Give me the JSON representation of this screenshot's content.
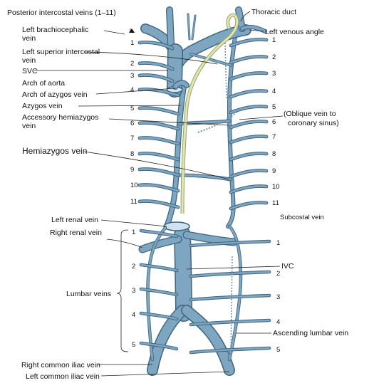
{
  "colors": {
    "vein_fill": "#9dc2d8",
    "vein_outline": "#3e6580",
    "thoracic_duct": "#dfe6b4"
  },
  "labels": {
    "posterior_intercostal": "Posterior intercostal veins (1–11)",
    "left_brachiocephalic": [
      "Left brachiocephalic",
      "vein"
    ],
    "left_superior_intercostal": [
      "Left superior intercostal",
      "vein"
    ],
    "svc": "SVC",
    "arch_aorta": "Arch of aorta",
    "arch_azygos": "Arch of azygos vein",
    "azygos": "Azygos vein",
    "accessory_hemiazygos": [
      "Accessory hemiazygos",
      "vein"
    ],
    "hemiazygos": "Hemiazygos vein",
    "left_renal": "Left renal vein",
    "right_renal": "Right renal vein",
    "lumbar": "Lumbar veins",
    "right_common_iliac": "Right common iliac vein",
    "left_common_iliac": "Left common iliac vein",
    "thoracic_duct": "Thoracic duct",
    "left_venous_angle": "Left venous angle",
    "oblique": [
      "(Oblique vein to",
      "coronary sinus)"
    ],
    "subcostal": "Subcostal vein",
    "ivc": "IVC",
    "ascending_lumbar": "Ascending lumbar vein"
  },
  "left_intercostal_numbers": [
    "1",
    "2",
    "3",
    "4",
    "5",
    "6",
    "7",
    "8",
    "9",
    "10",
    "11"
  ],
  "right_intercostal_numbers": [
    "1",
    "2",
    "3",
    "4",
    "5",
    "6",
    "7",
    "8",
    "9",
    "10",
    "11"
  ],
  "left_lumbar_numbers": [
    "1",
    "2",
    "3",
    "4",
    "5"
  ],
  "right_lumbar_numbers": [
    "1",
    "2",
    "3",
    "4",
    "5"
  ]
}
